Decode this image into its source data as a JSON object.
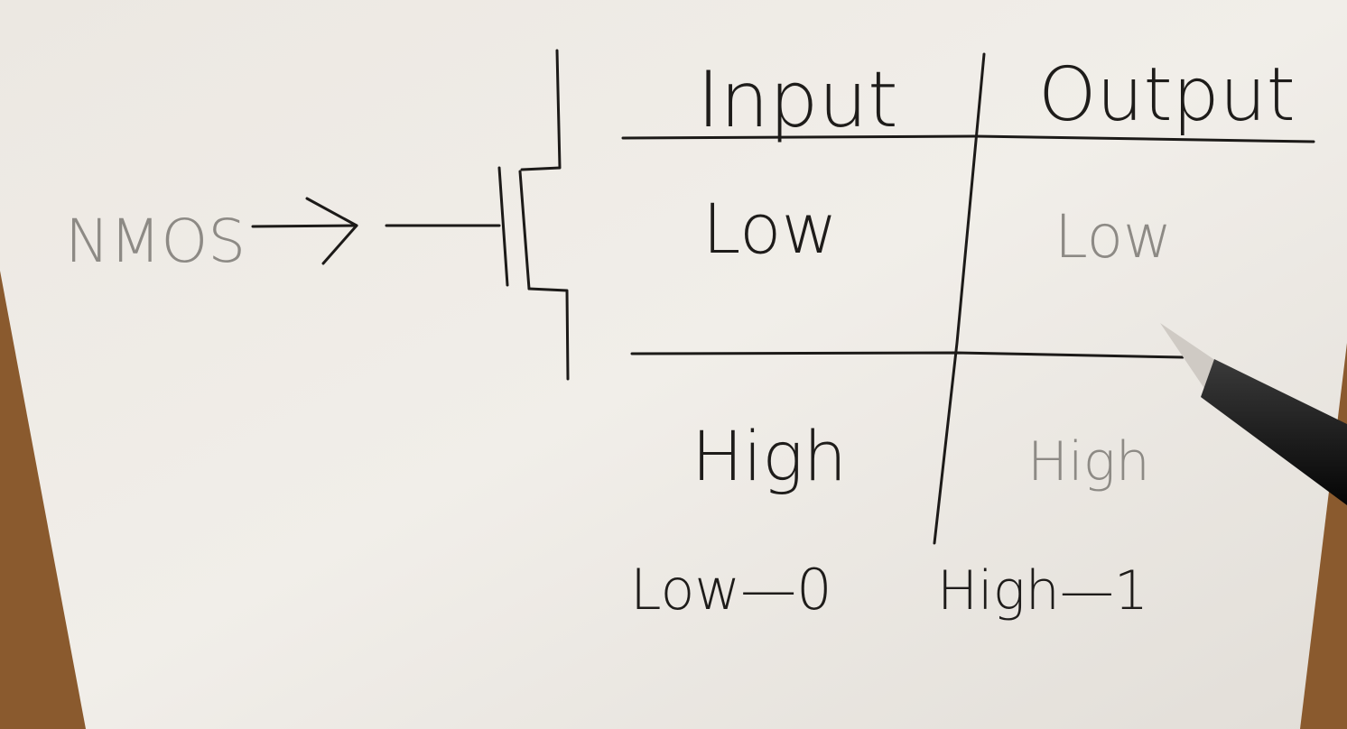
{
  "diagram": {
    "device_label": "NMOS",
    "table": {
      "headers": [
        "Input",
        "Output"
      ],
      "rows": [
        {
          "input": "Low",
          "output": "Low"
        },
        {
          "input": "High",
          "output": "High"
        }
      ]
    },
    "legend": {
      "low": "Low—0",
      "high": "High—1"
    }
  },
  "colors": {
    "paper": "#eeebe6",
    "ink": "#1c1a18",
    "faint_ink": "#8d8a85",
    "wood": "#8a5a2e"
  }
}
